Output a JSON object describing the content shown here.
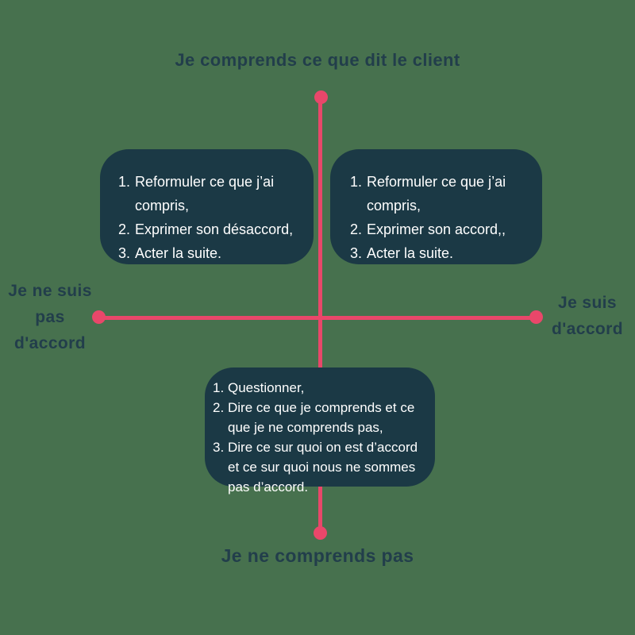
{
  "diagram": {
    "type": "quadrant-matrix",
    "colors": {
      "background": "#47714E",
      "box_fill": "#1B3945",
      "axis_accent": "#E9476A",
      "axis_label_text": "#223E4B",
      "box_text": "#FFFFFF"
    },
    "axes": {
      "top_label": "Je comprends ce que dit le client",
      "bottom_label": "Je ne comprends pas",
      "left_label_lines": [
        "Je ne suis",
        "pas",
        "d'accord"
      ],
      "right_label_lines": [
        "Je suis",
        "d'accord"
      ]
    },
    "boxes": {
      "top_left": {
        "items": [
          {
            "marker": "1.",
            "text": "Reformuler ce que j’ai\ncompris,"
          },
          {
            "marker": "2.",
            "text": "Exprimer son désaccord,"
          },
          {
            "marker": "3.",
            "text": "Acter la suite."
          }
        ]
      },
      "top_right": {
        "items": [
          {
            "marker": "1.",
            "text": "Reformuler ce que j’ai\ncompris,"
          },
          {
            "marker": "2.",
            "text": "Exprimer son accord,,"
          },
          {
            "marker": "3.",
            "text": "Acter la suite."
          }
        ]
      },
      "bottom": {
        "items": [
          {
            "marker": "1.",
            "text": "Questionner,"
          },
          {
            "marker": "2.",
            "text": "Dire ce que je comprends et ce\nque je ne comprends pas,"
          },
          {
            "marker": "3.",
            "text": "Dire ce sur quoi on est d’accord\net ce sur quoi nous ne sommes\npas d’accord."
          }
        ]
      }
    }
  }
}
